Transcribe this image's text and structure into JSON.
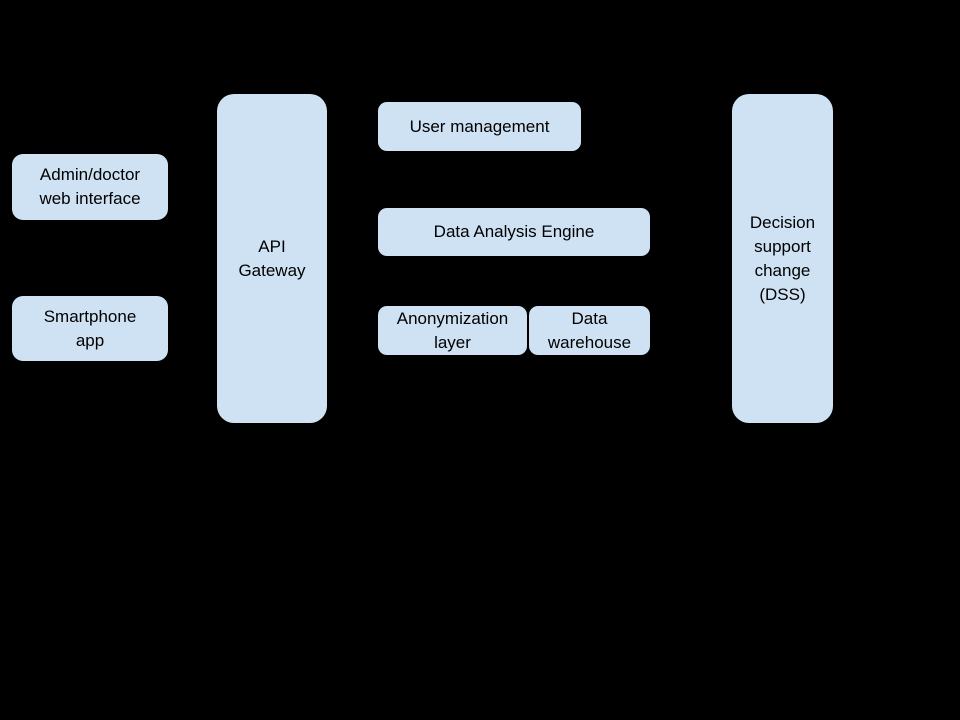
{
  "canvas": {
    "background_color": "#000000"
  },
  "style": {
    "node_fill_color": "#cfe2f3",
    "node_text_color": "#000000"
  },
  "diagram": {
    "type": "system-architecture-diagram",
    "nodes": {
      "admin_web_interface": {
        "label": "Admin/doctor\nweb interface"
      },
      "smartphone_app": {
        "label": "Smartphone\napp"
      },
      "api_gateway": {
        "label": "API\nGateway"
      },
      "user_management": {
        "label": "User management"
      },
      "data_analysis_engine": {
        "label": "Data Analysis Engine"
      },
      "anonymization_layer": {
        "label": "Anonymization\nlayer"
      },
      "data_warehouse": {
        "label": "Data\nwarehouse"
      },
      "decision_support": {
        "label": "Decision\nsupport\nchange\n(DSS)"
      }
    }
  }
}
